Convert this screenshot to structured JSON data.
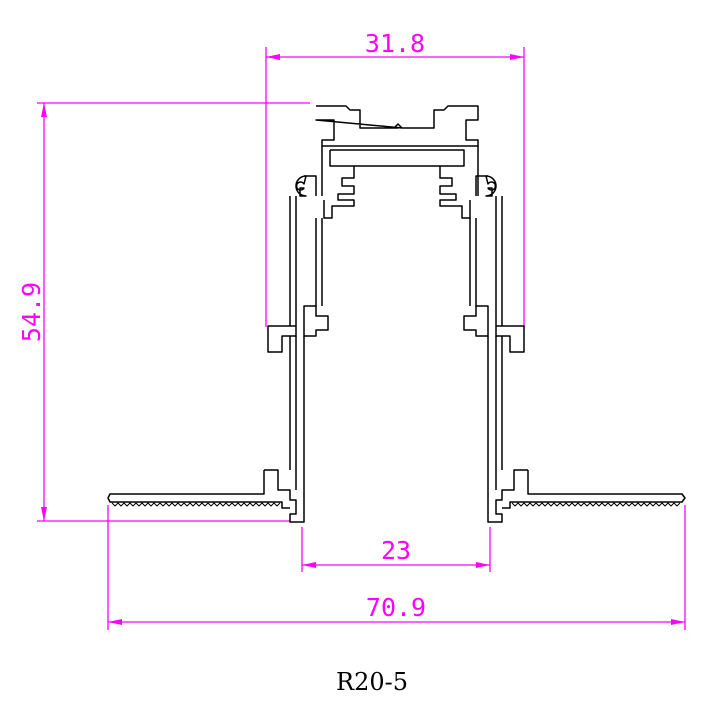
{
  "drawing": {
    "model": "R20-5",
    "dimensions": {
      "top_width": "31.8",
      "height": "54.9",
      "inner_width": "23",
      "total_width": "70.9"
    },
    "colors": {
      "dimension": "#ff00ff",
      "profile": "#000000",
      "background": "#ffffff"
    }
  }
}
